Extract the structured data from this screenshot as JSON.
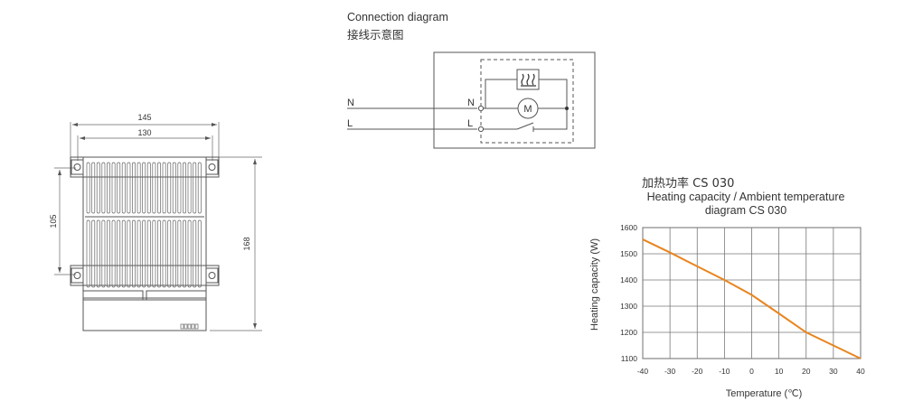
{
  "mechanical_drawing": {
    "dim_width_outer": "145",
    "dim_width_inner": "130",
    "dim_height_mount": "105",
    "dim_height_total": "168"
  },
  "connection_diagram": {
    "title": "Connection diagram",
    "title_cn": "接线示意图",
    "wire_n_left": "N",
    "wire_l_left": "L",
    "wire_n_right": "N",
    "wire_l_right": "L",
    "motor_label": "M",
    "heater_icon": "heater-element-icon"
  },
  "chart_title_cn": "加热功率 CS 030",
  "chart_title_en": "Heating capacity / Ambient temperature diagram CS 030",
  "chart_data": {
    "type": "line",
    "title": "Heating capacity / Ambient temperature diagram CS 030",
    "xlabel": "Temperature (℃)",
    "ylabel": "Heating capacity (W)",
    "xlim": [
      -40,
      40
    ],
    "ylim": [
      1100,
      1600
    ],
    "x_ticks": [
      "-40",
      "-30",
      "-20",
      "-10",
      "0",
      "10",
      "20",
      "30",
      "40"
    ],
    "y_ticks": [
      "1100",
      "1200",
      "1300",
      "1400",
      "1500",
      "1600"
    ],
    "grid": true,
    "series": [
      {
        "color": "#e8851f",
        "x": [
          -40,
          -30,
          -20,
          -10,
          0,
          10,
          20,
          30,
          40
        ],
        "y": [
          1555,
          1505,
          1452,
          1400,
          1343,
          1272,
          1200,
          1150,
          1100
        ]
      }
    ]
  }
}
